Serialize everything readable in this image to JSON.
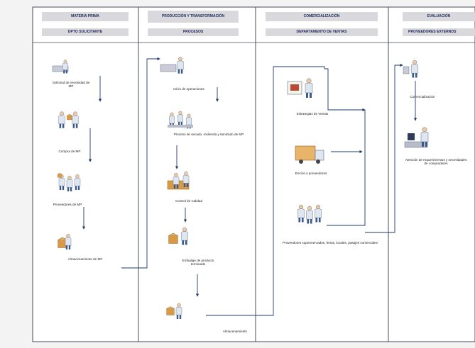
{
  "lanes": [
    {
      "title": "MATERIA PRIMA",
      "subtitle": "DPTO SOLICITANTE"
    },
    {
      "title": "PRODUCCIÓN Y TRANSFORMACIÓN",
      "subtitle": "PROCESOS"
    },
    {
      "title": "COMERCIALIZACIÓN",
      "subtitle": "DEPARTAMENTO DE VENTAS"
    },
    {
      "title": "EVALUACIÓN",
      "subtitle": "PROVEEDORES EXTERNOS"
    }
  ],
  "steps": {
    "s1": "Solicitud de necesidad de MP",
    "s2": "Compra de MP",
    "s3": "Proveedores de MP",
    "s4": "Almacenamiento de MP",
    "p1": "Inicio de operaciones",
    "p2": "Proceso de secado, molienda y tamizado de MP",
    "p3": "Control de Calidad",
    "p4": "Embalaje de producto terminado",
    "p5": "Almacenamiento",
    "c1": "Estrategias de Ventas",
    "c2": "Envíos a proveedores",
    "c3": "Proveedores supermercados, ferias, locales, pasajes comerciales",
    "e1": "Comercialización",
    "e2": "Atención de requerimientos y necesidades de compradores"
  },
  "colors": {
    "line": "#1f3a6e",
    "header": "#d9d9dd",
    "border": "#444a5c"
  }
}
